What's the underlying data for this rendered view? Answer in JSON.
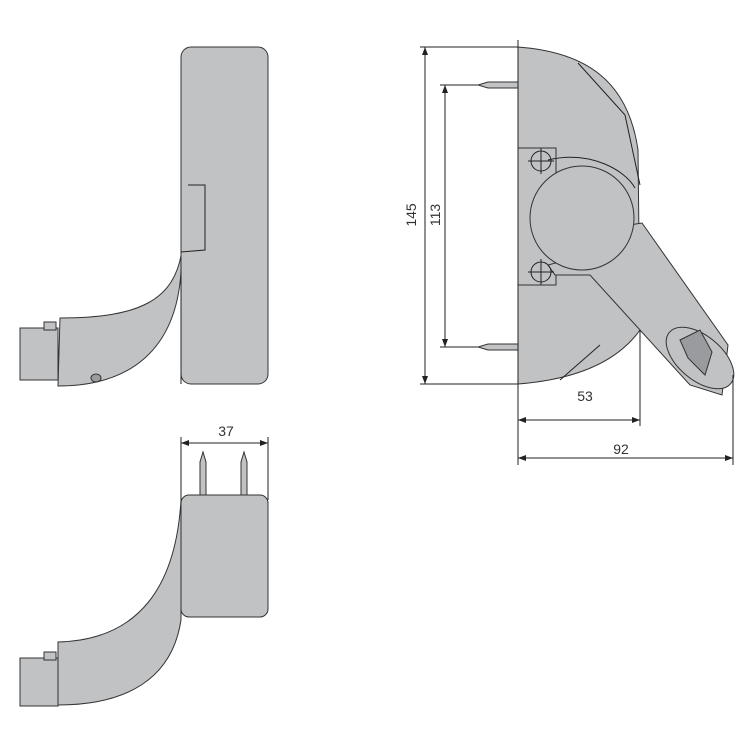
{
  "drawing": {
    "dimensions": {
      "height_total": "145",
      "screw_spacing": "113",
      "bracket_depth": "53",
      "total_depth": "92",
      "width": "37"
    },
    "colors": {
      "part": "#c1c2c4",
      "line": "#222222",
      "background": "#ffffff"
    }
  }
}
